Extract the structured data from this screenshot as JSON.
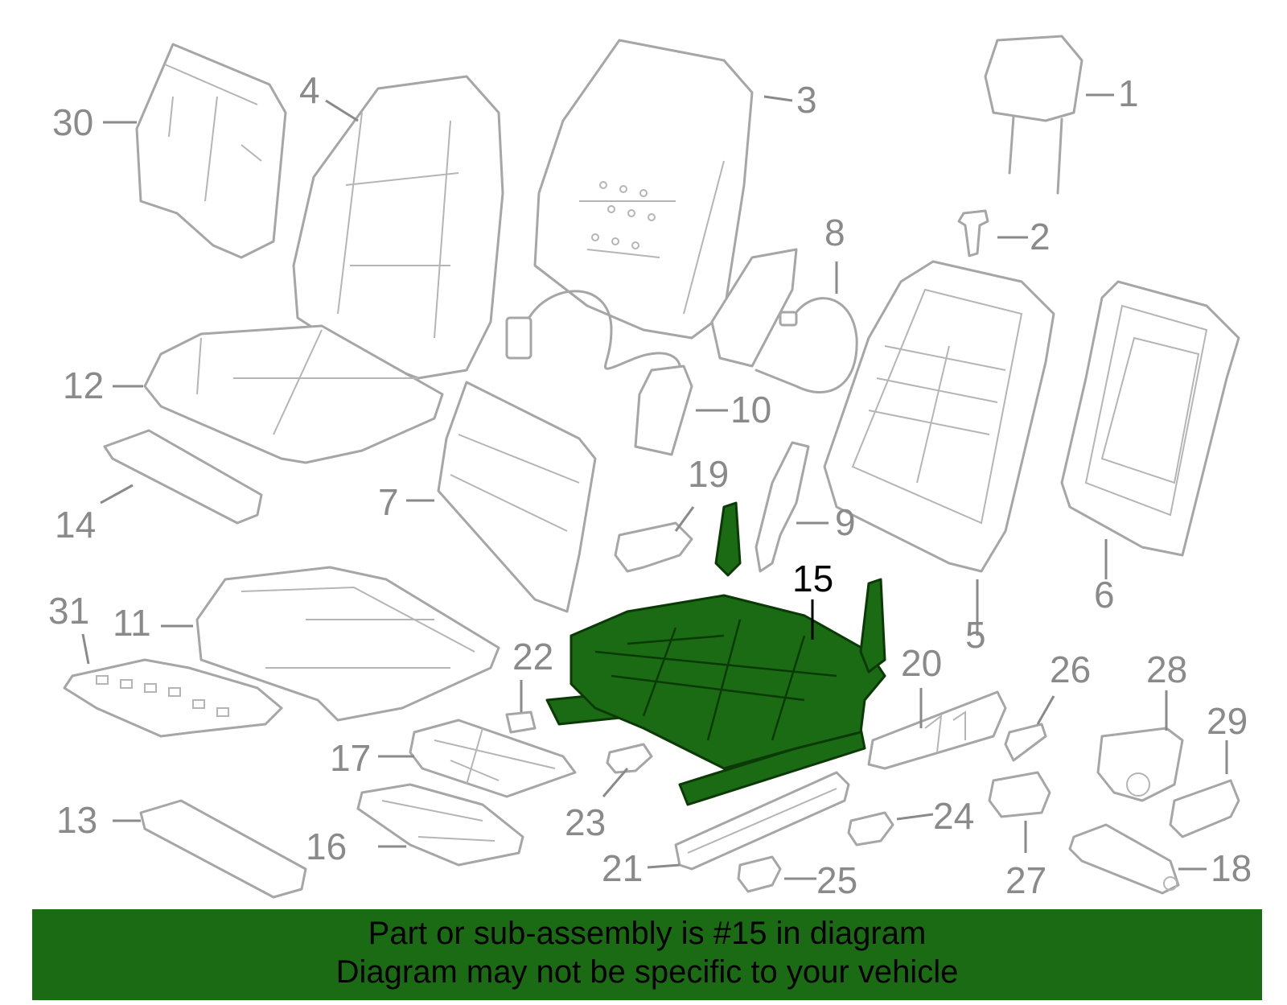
{
  "callouts": {
    "c1": "1",
    "c2": "2",
    "c3": "3",
    "c4": "4",
    "c5": "5",
    "c6": "6",
    "c7": "7",
    "c8": "8",
    "c9": "9",
    "c10": "10",
    "c11": "11",
    "c12": "12",
    "c13": "13",
    "c14": "14",
    "c15": "15",
    "c16": "16",
    "c17": "17",
    "c18": "18",
    "c19": "19",
    "c20": "20",
    "c21": "21",
    "c22": "22",
    "c23": "23",
    "c24": "24",
    "c25": "25",
    "c26": "26",
    "c27": "27",
    "c28": "28",
    "c29": "29",
    "c30": "30",
    "c31": "31"
  },
  "highlighted_part": "15",
  "colors": {
    "highlight": "#1a6b13",
    "parts": "#a6a6a6",
    "labels": "#8a8a8a"
  },
  "banner": {
    "line1": "Part or sub-assembly is #15 in diagram",
    "line2": "Diagram may not be specific to your vehicle"
  }
}
